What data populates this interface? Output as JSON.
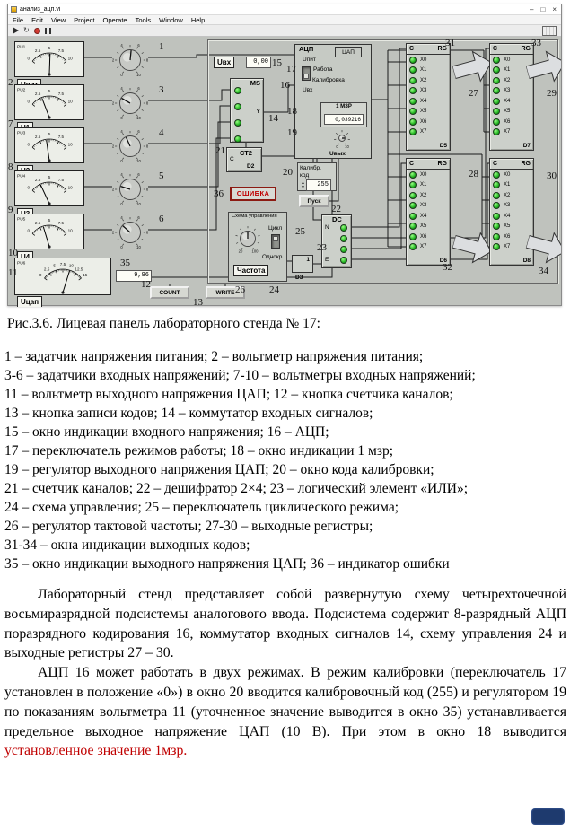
{
  "window": {
    "title": "анализ_ацп.vi",
    "menu": [
      "File",
      "Edit",
      "View",
      "Project",
      "Operate",
      "Tools",
      "Window",
      "Help"
    ],
    "min": "–",
    "max": "□",
    "close": "×"
  },
  "panel": {
    "sources": [
      {
        "pu": "PU1",
        "label": "Uпит",
        "value": 5.2,
        "max": 10,
        "scale": [
          "0",
          "2.5",
          "5",
          "7.5",
          "10"
        ],
        "knob_labels": [
          "0",
          "2",
          "4",
          "6",
          "8",
          "10"
        ]
      },
      {
        "pu": "PU2",
        "label": "U1",
        "value": 3.0,
        "max": 10,
        "scale": [
          "0",
          "2.5",
          "5",
          "7.5",
          "10"
        ],
        "knob_labels": [
          "0",
          "2",
          "4",
          "6",
          "8",
          "10"
        ]
      },
      {
        "pu": "PU3",
        "label": "U2",
        "value": 4.2,
        "max": 10,
        "scale": [
          "0",
          "2.5",
          "5",
          "7.5",
          "10"
        ],
        "knob_labels": [
          "0",
          "2",
          "4",
          "6",
          "8",
          "10"
        ]
      },
      {
        "pu": "PU4",
        "label": "U3",
        "value": 2.6,
        "max": 10,
        "scale": [
          "0",
          "2.5",
          "5",
          "7.5",
          "10"
        ],
        "knob_labels": [
          "0",
          "2",
          "4",
          "6",
          "8",
          "10"
        ]
      },
      {
        "pu": "PU5",
        "label": "U4",
        "value": 3.4,
        "max": 10,
        "scale": [
          "0",
          "2.5",
          "5",
          "7.5",
          "10"
        ],
        "knob_labels": [
          "0",
          "2",
          "4",
          "6",
          "8",
          "10"
        ]
      }
    ],
    "dac_meter": {
      "pu": "PU6",
      "label": "Uцап",
      "value": 10,
      "max": 15,
      "scale": [
        "0",
        "2.5",
        "5",
        "7.5",
        "10",
        "12.5",
        "15"
      ],
      "display": "9,96"
    },
    "buttons": [
      {
        "label": "COUNT"
      },
      {
        "label": "WRITE"
      }
    ],
    "uvx": {
      "label": "Uвх",
      "value": "0,00"
    },
    "ms": {
      "title": "MS",
      "output": "Y",
      "leds": [
        true,
        true,
        true,
        true
      ]
    },
    "adc": {
      "title": "АЦП",
      "dac": "ЦАП",
      "upit": "Uпит",
      "uin": "Uвх",
      "mode_work": "Работа",
      "mode_cal": "Калибровка",
      "lsb_label": "1 МЗР",
      "lsb_value": "0,039216",
      "uout_label": "Uвых",
      "uout_knob_labels": [
        "0",
        "10"
      ]
    },
    "calib": {
      "line1": "Калибр.",
      "line2": "код",
      "value": "255"
    },
    "start_button": "Пуск",
    "counter": {
      "clk": "C",
      "title": "СТ2",
      "des": "D2"
    },
    "error": "ОШИБКА",
    "control": {
      "title": "Схема управления",
      "freq": "Частота",
      "freq_labels": [
        "20",
        "100"
      ],
      "cycle": "Цикл",
      "single": "Однокр."
    },
    "or_gate": {
      "sym": "1",
      "des": "D3"
    },
    "decoder": {
      "title": "DC",
      "in1": "N",
      "in2": "E",
      "leds": [
        true,
        true,
        true,
        true
      ]
    },
    "registers": [
      {
        "clk": "C",
        "title": "RG",
        "des": "D5",
        "bits": [
          "X0",
          "X1",
          "X2",
          "X3",
          "X4",
          "X5",
          "X6",
          "X7"
        ],
        "leds": [
          true,
          true,
          true,
          true,
          true,
          true,
          true,
          true
        ]
      },
      {
        "clk": "C",
        "title": "RG",
        "des": "D7",
        "bits": [
          "X0",
          "X1",
          "X2",
          "X3",
          "X4",
          "X5",
          "X6",
          "X7"
        ],
        "leds": [
          true,
          true,
          true,
          true,
          true,
          true,
          true,
          true
        ]
      },
      {
        "clk": "C",
        "title": "RG",
        "des": "D6",
        "bits": [
          "X0",
          "X1",
          "X2",
          "X3",
          "X4",
          "X5",
          "X6",
          "X7"
        ],
        "leds": [
          true,
          true,
          true,
          true,
          true,
          true,
          true,
          true
        ]
      },
      {
        "clk": "C",
        "title": "RG",
        "des": "D8",
        "bits": [
          "X0",
          "X1",
          "X2",
          "X3",
          "X4",
          "X5",
          "X6",
          "X7"
        ],
        "leds": [
          true,
          true,
          true,
          true,
          true,
          true,
          true,
          true
        ]
      }
    ],
    "callouts": [
      "1",
      "2",
      "3",
      "4",
      "5",
      "6",
      "7",
      "8",
      "9",
      "10",
      "11",
      "12",
      "13",
      "14",
      "15",
      "16",
      "17",
      "18",
      "19",
      "20",
      "21",
      "22",
      "23",
      "24",
      "25",
      "26",
      "27",
      "28",
      "29",
      "30",
      "31",
      "32",
      "33",
      "34",
      "35",
      "36"
    ]
  },
  "caption": "Рис.3.6. Лицевая панель лабораторного стенда № 17:",
  "legend": [
    "1 – задатчик напряжения питания; 2 – вольтметр напряжения питания;",
    "3-6 – задатчики входных напряжений; 7-10 – вольтметры входных напряжений;",
    "11 – вольтметр выходного напряжения ЦАП; 12 – кнопка счетчика каналов;",
    "13 – кнопка записи кодов; 14 – коммутатор входных сигналов;",
    "15 – окно индикации входного напряжения; 16 – АЦП;",
    "17 – переключатель режимов работы; 18 – окно индикации 1 мзр;",
    "19 – регулятор выходного напряжения ЦАП; 20 – окно кода калибровки;",
    "21 – счетчик каналов; 22 – дешифратор 2×4; 23 – логический элемент «ИЛИ»;",
    "24 – схема управления; 25 – переключатель циклического режима;",
    "26 – регулятор тактовой частоты; 27-30 – выходные регистры;",
    "31-34 – окна индикации выходных кодов;",
    "35 – окно индикации выходного напряжения ЦАП; 36 – индикатор ошибки"
  ],
  "paragraphs": [
    {
      "body": "Лабораторный стенд представляет собой развернутую схему четырехточечной восьмиразрядной подсистемы аналогового ввода. Подсистема содержит 8-разрядный АЦП поразрядного кодирования 16, коммутатор входных сигналов 14, схему управления 24 и выходные регистры 27 – 30.",
      "tail": ""
    },
    {
      "body": "АЦП 16 может работать в двух режимах. В режим калибровки (переключатель 17 установлен в положение «0») в окно 20 вводится калибровочный код (255) и регулятором 19 по показаниям вольтметра 11 (уточненное значение выводится в окно 35) устанавливается предельное выходное напряжение ЦАП (10 В). При этом в окно 18 выводится ",
      "tail": "установленное значение 1мзр."
    }
  ],
  "colors": {
    "led_on": "#21b421",
    "error_text": "#c00000",
    "panel_gray": "#bfc2bd"
  }
}
